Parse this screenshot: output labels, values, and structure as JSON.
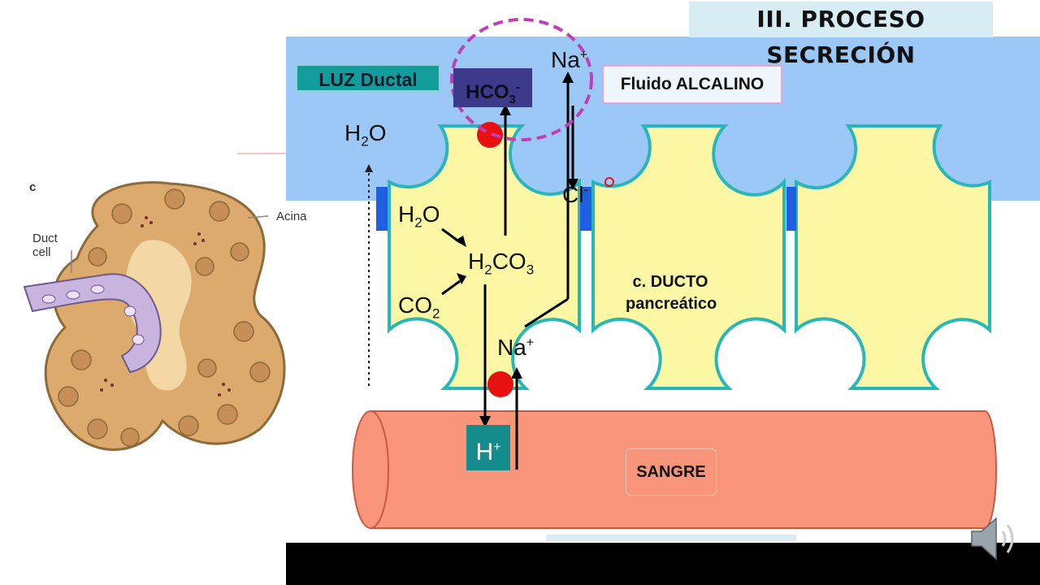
{
  "title": "III. PROCESO SECRECIÓN",
  "labels": {
    "luz_ductal": "LUZ Ductal",
    "hco3": "HCO",
    "hco3_sub": "3",
    "hco3_sup": "-",
    "fluid": "Fluido ALCALINO",
    "na_top": "Na",
    "na_top_sup": "+",
    "h2o_outer": "H",
    "h2o_outer_sub": "2",
    "h2o_outer_end": "O",
    "cl": "Cl",
    "cl_sup": "-",
    "h2o_inner": "H",
    "h2o_inner_sub": "2",
    "h2o_inner_end": "O",
    "h2co3_a": "H",
    "h2co3_sub1": "2",
    "h2co3_b": "CO",
    "h2co3_sub2": "3",
    "co2": "CO",
    "co2_sub": "2",
    "na_bottom": "Na",
    "na_bottom_sup": "+",
    "h_plus": "H",
    "h_plus_sup": "+",
    "cell_label_1": "c. DUCTO",
    "cell_label_2": "pancreático",
    "sangre": "SANGRE"
  },
  "inset": {
    "panel_letter": "c",
    "acina": "Acina",
    "duct_line1": "Duct",
    "duct_line2": "cell"
  },
  "colors": {
    "lumen": "#9cc8f7",
    "cell_fill": "#fbf7a4",
    "cell_border": "#28b7b9",
    "junction": "#1f5ee0",
    "transporter": "#e81010",
    "blood": "#f9957a",
    "dashed_circle": "#c03fb6"
  },
  "icons": [
    "speaker-icon"
  ]
}
